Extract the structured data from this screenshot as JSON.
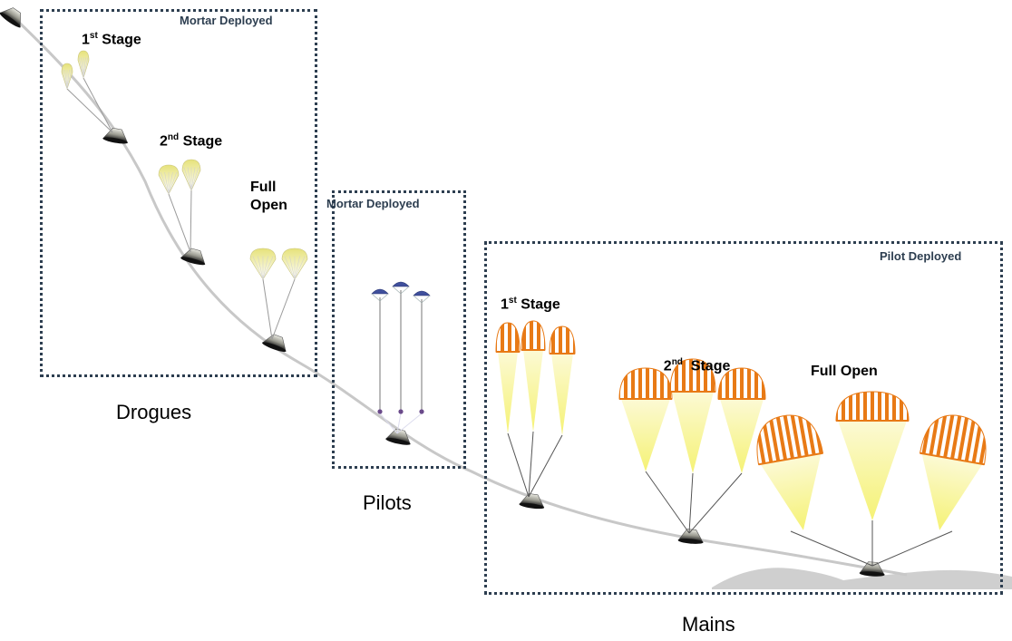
{
  "boxes": {
    "drogue_box_label": "Mortar Deployed",
    "pilot_box_label": "Mortar Deployed",
    "main_box_label": "Pilot Deployed"
  },
  "stages": {
    "drogue_1": {
      "prefix": "1",
      "sup": "st",
      "suffix": " Stage"
    },
    "drogue_2": {
      "prefix": "2",
      "sup": "nd",
      "suffix": " Stage"
    },
    "drogue_full_line1": "Full",
    "drogue_full_line2": "Open",
    "main_1": {
      "prefix": "1",
      "sup": "st",
      "suffix": " Stage"
    },
    "main_2": {
      "prefix": "2",
      "sup": "nd",
      "suffix": "  Stage"
    },
    "main_full": "Full Open"
  },
  "groups": {
    "drogues": "Drogues",
    "pilots": "Pilots",
    "mains": "Mains"
  },
  "colors": {
    "drogue_canopy": "#e6e27a",
    "pilot_canopy": "#3f4f9c",
    "main_orange": "#e87a16",
    "main_white": "#ffffff",
    "riser_yellow": "#f2ee4a",
    "trajectory": "#c8c8c8",
    "ground": "#cfcfcf",
    "box_border": "#2d3e50"
  }
}
